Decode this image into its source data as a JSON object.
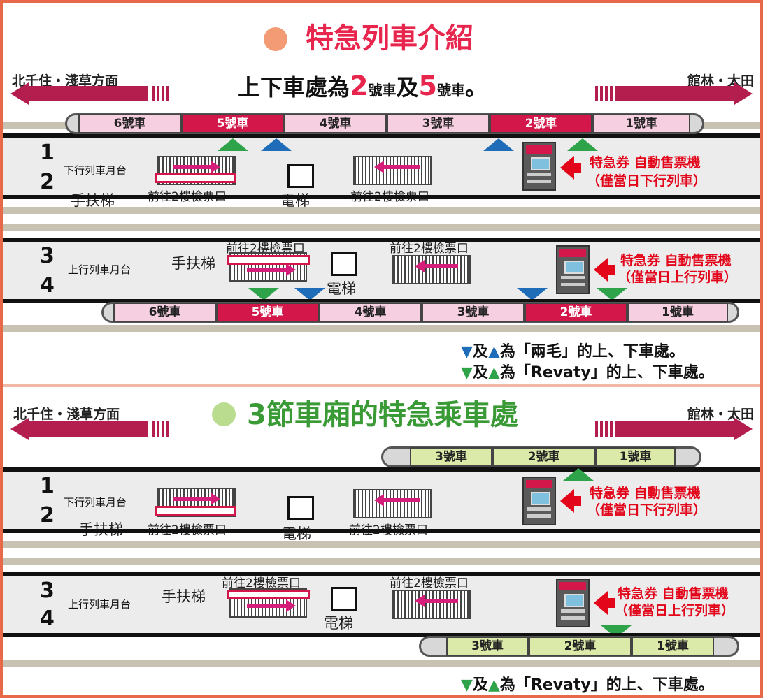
{
  "top": {
    "title": "特急列車介紹",
    "subtitle": {
      "prefix": "上下車處為",
      "num1": "2",
      "car_word1": "號車",
      "and": "及",
      "num2": "5",
      "car_word2": "號車",
      "suffix": "。"
    },
    "left_direction": "北千住・淺草方面",
    "right_direction": "館林・太田",
    "train1_cars": [
      {
        "label": "6號車",
        "highlight": false
      },
      {
        "label": "5號車",
        "highlight": true
      },
      {
        "label": "4號車",
        "highlight": false
      },
      {
        "label": "3號車",
        "highlight": false
      },
      {
        "label": "2號車",
        "highlight": true
      },
      {
        "label": "1號車",
        "highlight": false
      }
    ],
    "train2_cars": [
      {
        "label": "6號車",
        "highlight": false
      },
      {
        "label": "5號車",
        "highlight": true
      },
      {
        "label": "4號車",
        "highlight": false
      },
      {
        "label": "3號車",
        "highlight": false
      },
      {
        "label": "2號車",
        "highlight": true
      },
      {
        "label": "1號車",
        "highlight": false
      }
    ],
    "platform12": {
      "num1": "1",
      "num2": "2",
      "name": "下行列車月台",
      "escalator_label": "手扶梯",
      "gate1": "前往2樓檢票口",
      "elevator": "電梯",
      "gate2": "前往2樓檢票口",
      "ticket_line1": "特急券 自動售票機",
      "ticket_line2": "（僅當日下行列車）"
    },
    "platform34": {
      "num1": "3",
      "num2": "4",
      "name": "上行列車月台",
      "escalator_label": "手扶梯",
      "gate1": "前往2樓檢票口",
      "elevator": "電梯",
      "gate2": "前往2樓檢票口",
      "ticket_line1": "特急券 自動售票機",
      "ticket_line2": "（僅當日上行列車）"
    },
    "legend1": {
      "down": "▼",
      "and": "及",
      "up": "▲",
      "text": "為「兩毛」的上、下車處。"
    },
    "legend2": {
      "down": "▼",
      "and": "及",
      "up": "▲",
      "text": "為「Revaty」的上、下車處。"
    }
  },
  "bottom": {
    "title": "3節車廂的特急乘車處",
    "left_direction": "北千住・淺草方面",
    "right_direction": "館林・太田",
    "train1_cars": [
      "3號車",
      "2號車",
      "1號車"
    ],
    "train2_cars": [
      "3號車",
      "2號車",
      "1號車"
    ],
    "platform12": {
      "num1": "1",
      "num2": "2",
      "name": "下行列車月台",
      "escalator_label": "手扶梯",
      "gate1": "前往2樓檢票口",
      "elevator": "電梯",
      "gate2": "前往2樓檢票口",
      "ticket_line1": "特急券 自動售票機",
      "ticket_line2": "（僅當日下行列車）"
    },
    "platform34": {
      "num1": "3",
      "num2": "4",
      "name": "上行列車月台",
      "escalator_label": "手扶梯",
      "gate1": "前往2樓檢票口",
      "elevator": "電梯",
      "gate2": "前往2樓檢票口",
      "ticket_line1": "特急券 自動售票機",
      "ticket_line2": "（僅當日上行列車）"
    },
    "legend": {
      "down": "▼",
      "and": "及",
      "up": "▲",
      "text": "為「Revaty」的上、下車處。"
    }
  },
  "colors": {
    "border": "#e8694a",
    "top_dot": "#f29b74",
    "bottom_dot": "#b9dc8f",
    "title_red": "#e8254d",
    "title_green": "#3a9a36",
    "car_highlight": "#d3174a",
    "car_pink": "#f6cfe0",
    "car_green": "#dbeaa9",
    "boarding_green": "#2ea34a",
    "boarding_blue": "#1f6db8"
  },
  "icons": [
    "direction-arrow-left-icon",
    "direction-arrow-right-icon",
    "escalator-icon",
    "elevator-icon",
    "ticket-machine-icon",
    "pointer-arrow-icon",
    "boarding-triangle-icon"
  ]
}
